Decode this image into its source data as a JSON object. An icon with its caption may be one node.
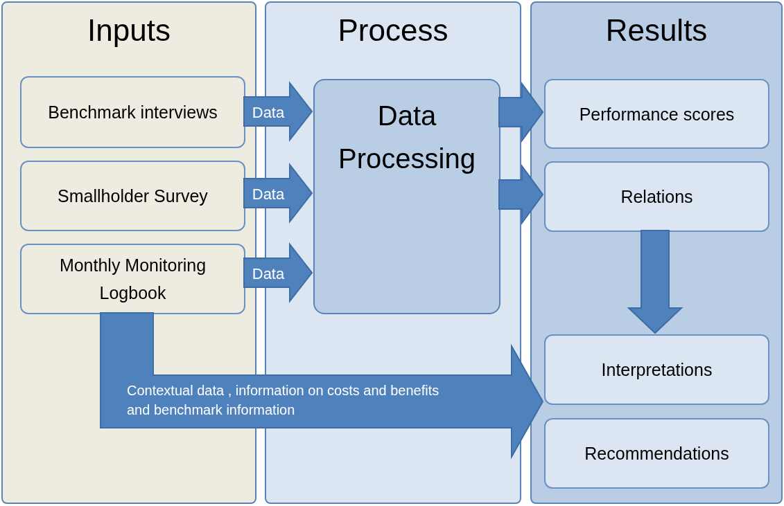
{
  "diagram": {
    "nodes": [
      {
        "text": [
          "Inputs"
        ]
      },
      {
        "text": [
          "Process"
        ]
      },
      {
        "text": [
          "Results"
        ]
      },
      {
        "text": [
          "Benchmark interviews"
        ],
        "in": 0
      },
      {
        "text": [
          "Smallholder Survey"
        ],
        "in": 0
      },
      {
        "text": [
          "Monthly Monitoring Logbook"
        ],
        "in": 0
      },
      {
        "text": [
          "Data Processing"
        ],
        "in": 1
      },
      {
        "text": [
          "Performance scores"
        ],
        "in": 2
      },
      {
        "text": [
          "Relations"
        ],
        "in": 2
      },
      {
        "text": [
          "Interpretations"
        ],
        "in": 2
      },
      {
        "text": [
          "Recommendations"
        ],
        "in": 2
      }
    ],
    "edges": [
      {
        "from": 3,
        "to": 6,
        "arrow": "to",
        "label": "Data"
      },
      {
        "from": 4,
        "to": 6,
        "arrow": "to",
        "label": "Data"
      },
      {
        "from": 5,
        "to": 6,
        "arrow": "to",
        "label": "Data"
      },
      {
        "from": 6,
        "to": 7,
        "arrow": "to"
      },
      {
        "from": 6,
        "to": 8,
        "arrow": "to"
      },
      {
        "from": 8,
        "to": 9,
        "arrow": "to"
      },
      {
        "from": 5,
        "to": 9,
        "arrow": "to",
        "label": "Contextual data , information on costs and benefits and benchmark information"
      }
    ]
  }
}
